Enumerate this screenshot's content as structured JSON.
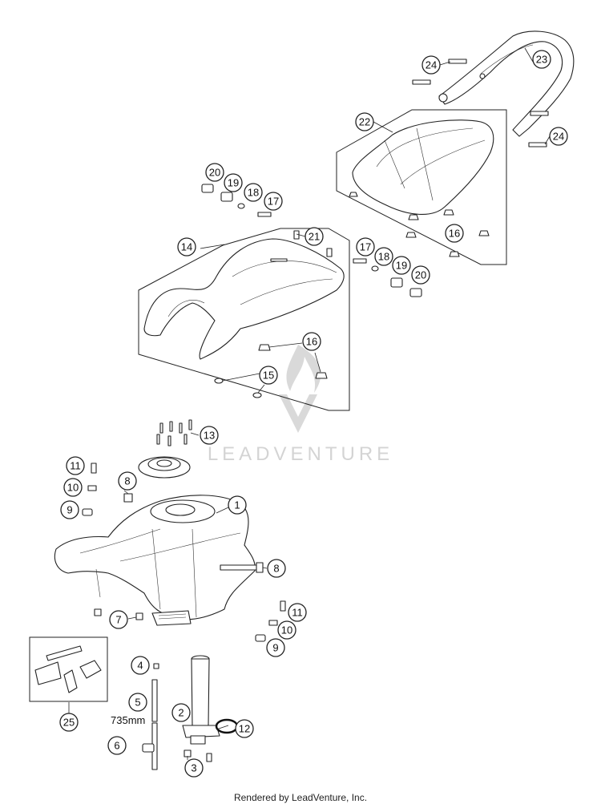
{
  "watermark": {
    "brand": "LEADVENTURE"
  },
  "footer": {
    "credit": "Rendered by LeadVenture, Inc."
  },
  "dimension_label": "735mm",
  "callouts": {
    "c24a": "24",
    "c23": "23",
    "c22": "22",
    "c24b": "24",
    "c20a": "20",
    "c19a": "19",
    "c18a": "18",
    "c17a": "17",
    "c14": "14",
    "c21": "21",
    "c16a": "16",
    "c17b": "17",
    "c18b": "18",
    "c19b": "19",
    "c20b": "20",
    "c16b": "16",
    "c15": "15",
    "c13": "13",
    "c11a": "11",
    "c10a": "10",
    "c8a": "8",
    "c9a": "9",
    "c1": "1",
    "c8b": "8",
    "c7": "7",
    "c11b": "11",
    "c10b": "10",
    "c9b": "9",
    "c4": "4",
    "c5": "5",
    "c2": "2",
    "c12": "12",
    "c25": "25",
    "c6": "6",
    "c3": "3"
  }
}
